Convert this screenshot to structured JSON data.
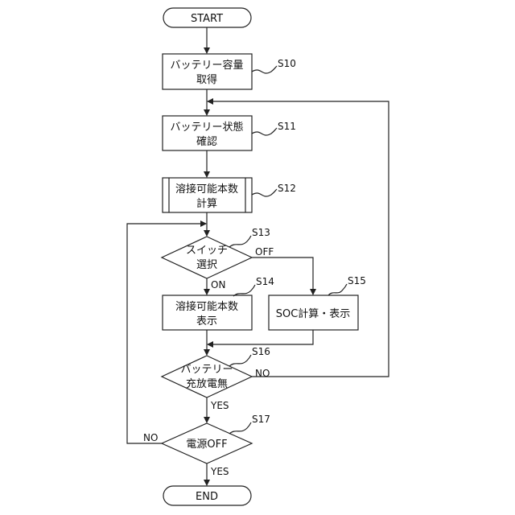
{
  "terminals": {
    "start": "START",
    "end": "END"
  },
  "process": {
    "s10": {
      "line1": "バッテリー容量",
      "line2": "取得",
      "step": "S10"
    },
    "s11": {
      "line1": "バッテリー状態",
      "line2": "確認",
      "step": "S11"
    },
    "s12": {
      "line1": "溶接可能本数",
      "line2": "計算",
      "step": "S12"
    },
    "s14": {
      "line1": "溶接可能本数",
      "line2": "表示",
      "step": "S14"
    },
    "s15": {
      "line1": "SOC計算・表示",
      "step": "S15"
    }
  },
  "decisions": {
    "s13": {
      "line1": "スイッチ",
      "line2": "選択",
      "step": "S13",
      "yes": "ON",
      "no": "OFF"
    },
    "s16": {
      "line1": "バッテリー",
      "line2": "充放電無",
      "step": "S16",
      "yes": "YES",
      "no": "NO"
    },
    "s17": {
      "line1": "電源OFF",
      "step": "S17",
      "yes": "YES",
      "no": "NO"
    }
  }
}
